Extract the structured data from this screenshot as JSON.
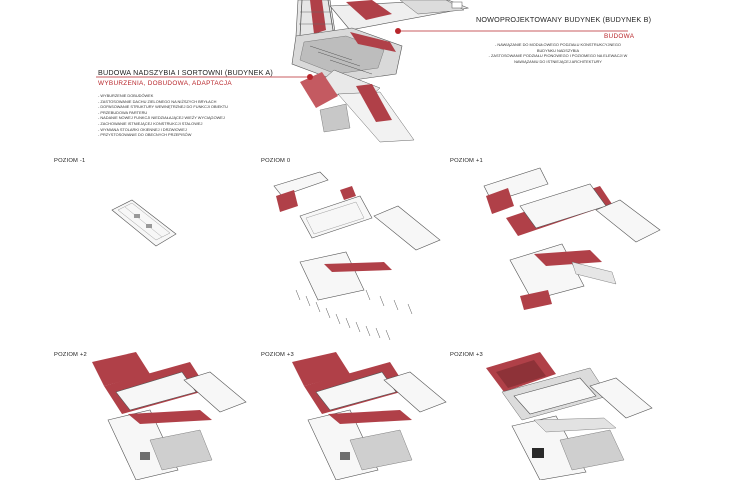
{
  "building_b": {
    "title": "NOWOPROJEKTOWANY BUDYNEK (BUDYNEK B)",
    "subtitle": "BUDOWA",
    "notes": [
      "- NAWIĄZANIE DO MODUŁOWEGO PODZIAŁU KONSTRUKCYJNEGO",
      "BUDYNKU NADSZYBIA",
      "- ZASTOSOWANIE PODZIAŁU PIONOWEGO I POZIOMEGO NA ELEWACJI W",
      "NAWIĄZANIU DO ISTNIEJĄCEJ ARCHITEKTURY"
    ]
  },
  "building_a": {
    "title": "BUDOWA NADSZYBIA I SORTOWNI (BUDYNEK A)",
    "subtitle": "WYBURZENIA, DOBUDOWA, ADAPTACJA",
    "notes": [
      "- WYBURZENIE DOBUDÓWEK",
      "- ZASTOSOWANIE DACHU ZIELONEGO NA NIŻSZYCH BRYŁACH",
      "- DOPASOWANIE STRUKTURY WEWNĘTRZNEJ DO FUNKCJI OBIEKTU",
      "- PRZEBUDOWA PARTERU",
      "- NADANIE NOWEJ FUNKCJI NIEDZIAŁAJĄCEJ WIEŻY WYCIĄGOWEJ",
      "- ZACHOWANIE ISTNIEJĄCEJ KONSTRUKCJI STALOWEJ",
      "- WYMIANA STOLARKI OKIENNEJ I DRZWIOWEJ",
      "- PRZYSTOSOWANIE DO OBECNYCH PRZEPISÓW"
    ]
  },
  "levels": [
    "POZIOM -1",
    "POZIOM 0",
    "POZIOM +1",
    "POZIOM +2",
    "POZIOM +3",
    "POZIOM +3"
  ],
  "colors": {
    "accent": "#b8262b",
    "highlight": "#b04048",
    "line": "#222222"
  }
}
